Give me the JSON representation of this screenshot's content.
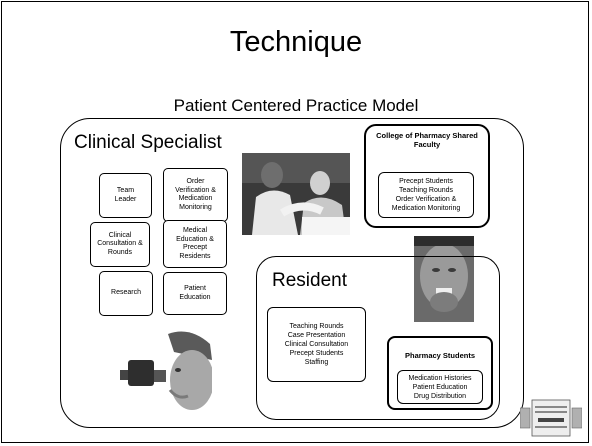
{
  "slide": {
    "title": "Technique",
    "subtitle": "Patient Centered Practice Model"
  },
  "clinical_specialist": {
    "heading": "Clinical Specialist",
    "roles": [
      "Team\nLeader",
      "Order\nVerification &\nMedication\nMonitoring",
      "Clinical\nConsultation &\nRounds",
      "Medical\nEducation &\nPrecept\nResidents",
      "Research",
      "Patient\nEducation"
    ]
  },
  "faculty": {
    "heading": "College of Pharmacy Shared Faculty",
    "items": [
      "Precept Students",
      "Teaching Rounds",
      "Order Verification &",
      "Medication Monitoring"
    ]
  },
  "resident": {
    "heading": "Resident",
    "items": [
      "Teaching Rounds",
      "Case Presentation",
      "Clinical Consultation",
      "Precept Students",
      "Staffing"
    ]
  },
  "pharmacy_students": {
    "heading": "Pharmacy Students",
    "items": [
      "Medication Histories",
      "Patient Education",
      "Drug Distribution"
    ]
  },
  "icons": {
    "photo_top": "pharmacist-with-patient-photo",
    "photo_right": "elderly-woman-medication-photo",
    "photo_bottom": "child-inhaler-photo",
    "logo": "meeting-logo-icon"
  }
}
